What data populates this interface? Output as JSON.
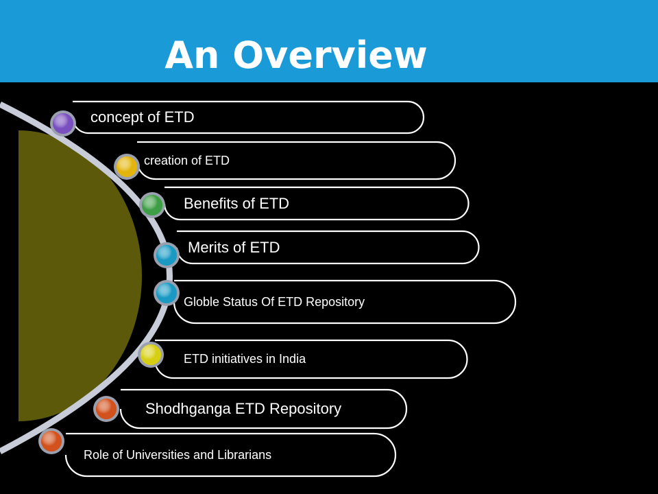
{
  "header": {
    "title": "An Overview",
    "background_color": "#1a9ad6"
  },
  "diagram": {
    "arc_color": "#c8ccd8",
    "half_circle_color": "#5c5a0a",
    "items": [
      {
        "label": "concept of ETD",
        "bullet_color": "#7a4fc0"
      },
      {
        "label": "creation of ETD",
        "bullet_color": "#e3b50c"
      },
      {
        "label": "Benefits of ETD",
        "bullet_color": "#3e9e45"
      },
      {
        "label": "Merits of ETD",
        "bullet_color": "#1a9ac3"
      },
      {
        "label": "Globle  Status  Of ETD Repository",
        "bullet_color": "#1a9ac3"
      },
      {
        "label": "ETD initiatives in India",
        "bullet_color": "#d7cf14"
      },
      {
        "label": "Shodhganga ETD Repository",
        "bullet_color": "#d2511c"
      },
      {
        "label": "Role of Universities and Librarians",
        "bullet_color": "#d2511c"
      }
    ]
  }
}
